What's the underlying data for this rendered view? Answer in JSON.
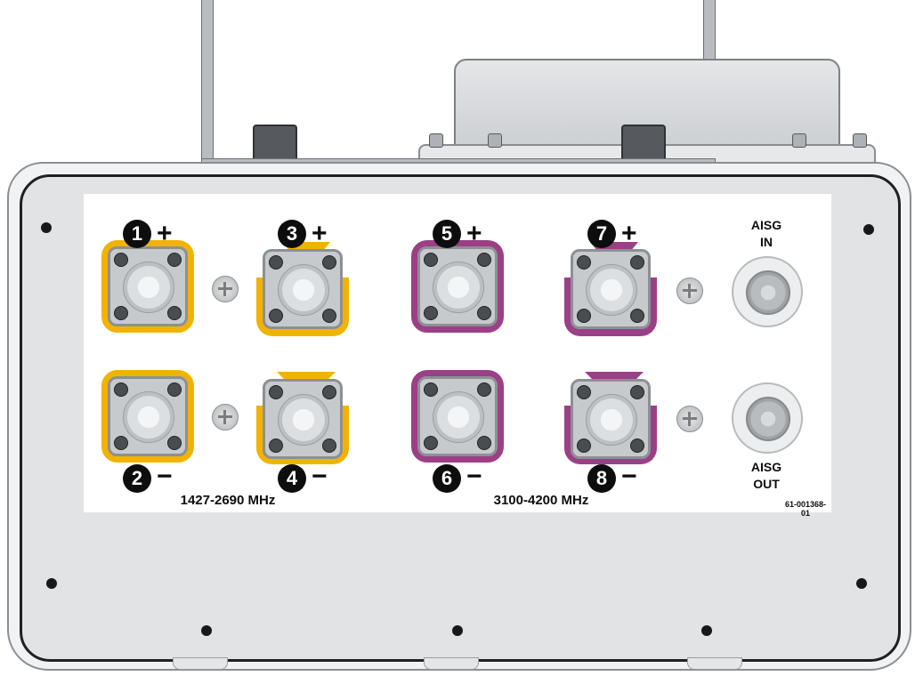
{
  "connectors": [
    {
      "number": "1",
      "sign": "+"
    },
    {
      "number": "2",
      "sign": "−"
    },
    {
      "number": "3",
      "sign": "+"
    },
    {
      "number": "4",
      "sign": "−"
    },
    {
      "number": "5",
      "sign": "+"
    },
    {
      "number": "6",
      "sign": "−"
    },
    {
      "number": "7",
      "sign": "+"
    },
    {
      "number": "8",
      "sign": "−"
    }
  ],
  "bands": [
    {
      "label": "1427-2690 MHz",
      "color": "#f2b300"
    },
    {
      "label": "3100-4200 MHz",
      "color": "#9c3f86"
    }
  ],
  "aisg": {
    "in": {
      "line1": "AISG",
      "line2": "IN"
    },
    "out": {
      "line1": "AISG",
      "line2": "OUT"
    }
  },
  "part_number": "61-001368-01"
}
